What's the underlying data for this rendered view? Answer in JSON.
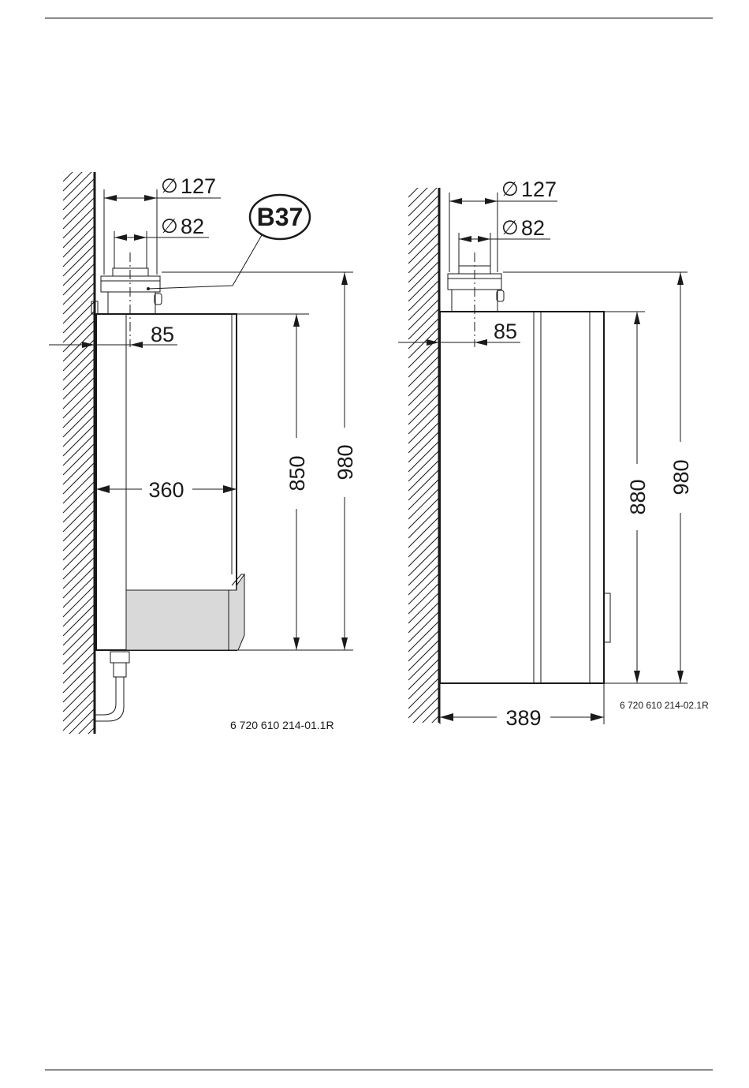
{
  "figure_left": {
    "badge": "B37",
    "dia_outer": "127",
    "dia_inner": "82",
    "offset": "85",
    "depth": "360",
    "height_casing": "850",
    "height_total": "980",
    "ref_code": "6 720 610 214-01.1R"
  },
  "figure_right": {
    "dia_outer": "127",
    "dia_inner": "82",
    "offset": "85",
    "width": "389",
    "height_casing": "880",
    "height_total": "980",
    "ref_code": "6 720 610 214-02.1R"
  },
  "symbols": {
    "diameter": "∅"
  }
}
